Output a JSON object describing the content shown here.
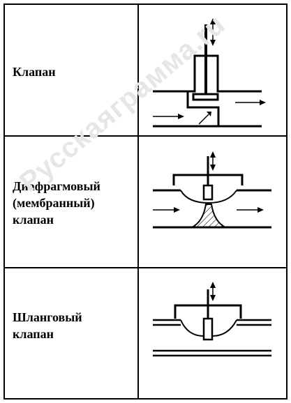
{
  "rows": [
    {
      "label_lines": [
        "Клапан"
      ]
    },
    {
      "label_lines": [
        "Диафрагмовый",
        "(мембранный)",
        "клапан"
      ]
    },
    {
      "label_lines": [
        "Шланговый",
        "клапан"
      ]
    }
  ],
  "watermark": "Русскаяграмма.ru",
  "colors": {
    "line": "#000000",
    "background": "#ffffff",
    "watermark": "#e6e6e6"
  }
}
